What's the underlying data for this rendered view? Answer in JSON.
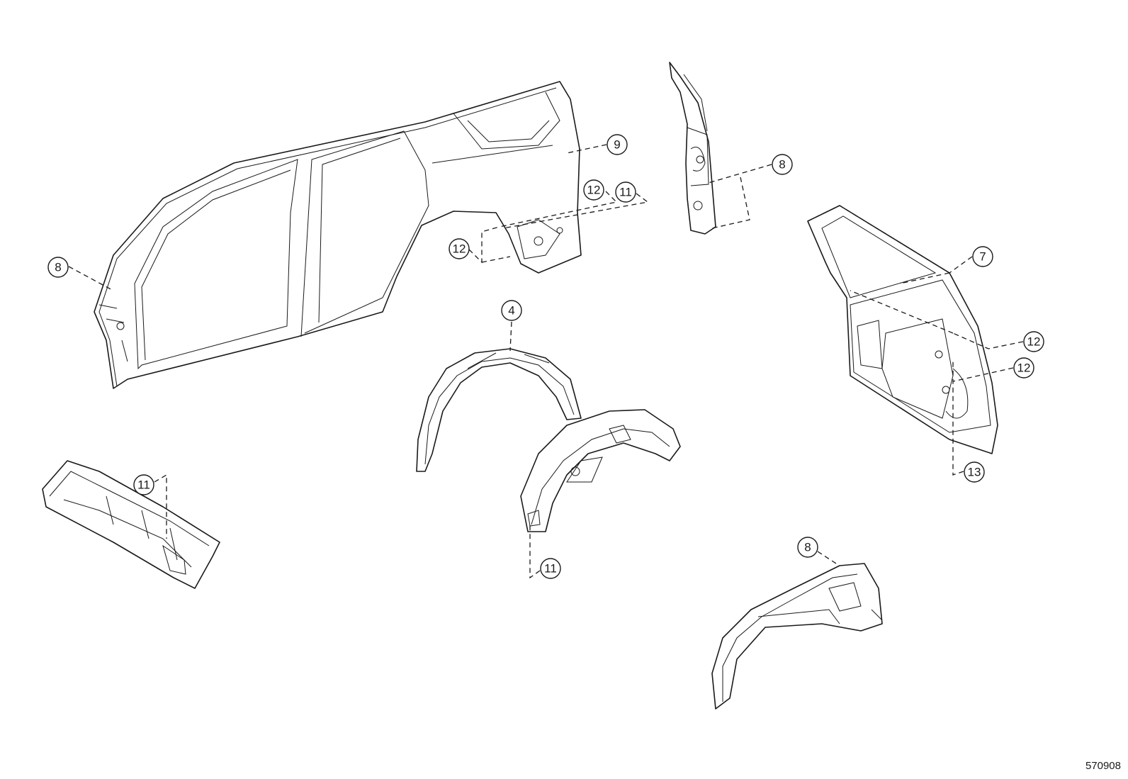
{
  "diagram_id": "570908",
  "callouts": [
    {
      "key": "c8_left",
      "label": "8"
    },
    {
      "key": "c9",
      "label": "9"
    },
    {
      "key": "c12_top",
      "label": "12"
    },
    {
      "key": "c11_top",
      "label": "11"
    },
    {
      "key": "c12_left",
      "label": "12"
    },
    {
      "key": "c8_pillar",
      "label": "8"
    },
    {
      "key": "c7",
      "label": "7"
    },
    {
      "key": "c4",
      "label": "4"
    },
    {
      "key": "c12_right_a",
      "label": "12"
    },
    {
      "key": "c12_right_b",
      "label": "12"
    },
    {
      "key": "c13",
      "label": "13"
    },
    {
      "key": "c11_cowl",
      "label": "11"
    },
    {
      "key": "c11_wheelhouse",
      "label": "11"
    },
    {
      "key": "c8_bottom",
      "label": "8"
    }
  ]
}
